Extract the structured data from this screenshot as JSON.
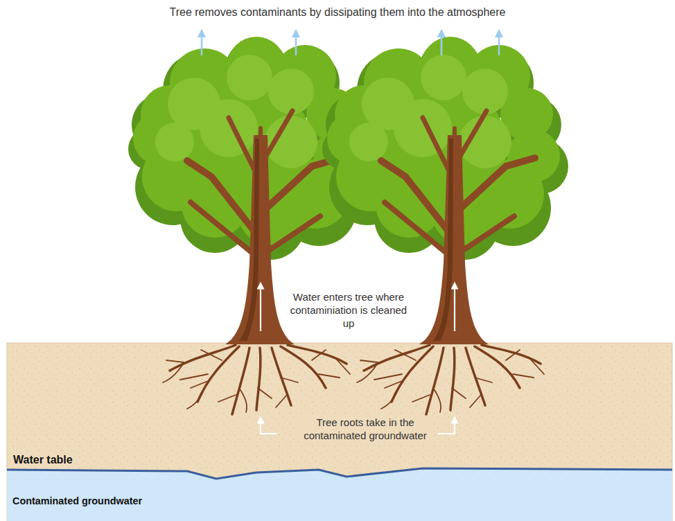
{
  "diagram": {
    "nodes": [
      {
        "text": [
          "Contaminated groundwater"
        ]
      }
    ],
    "labels": [
      "Tree removes contaminants by dissipating them into the atmosphere",
      "Water enters tree where contaminiation is cleaned up",
      "Tree roots take in the contaminated groundwater",
      "Water table"
    ]
  }
}
